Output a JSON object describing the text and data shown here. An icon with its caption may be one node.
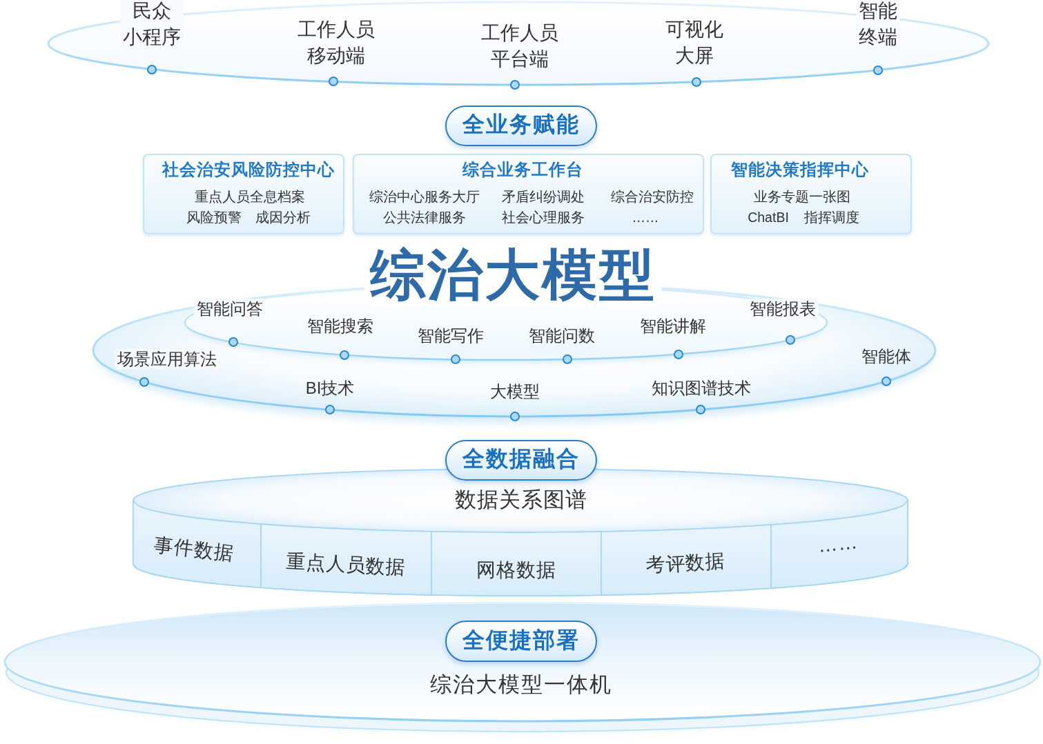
{
  "diagram": {
    "nodes": [
      {
        "text": [
          "民众小程序",
          "工作人员移动端",
          "工作人员平台端",
          "可视化大屏",
          "智能终端"
        ]
      },
      {
        "text": [
          "全业务赋能"
        ]
      },
      {
        "text": [
          "社会治安风险防控中心",
          "重点人员全息档案",
          "风险预警",
          "成因分析"
        ]
      },
      {
        "text": [
          "综合业务工作台",
          "综治中心服务大厅",
          "矛盾纠纷调处",
          "综合治安防控",
          "公共法律服务",
          "社会心理服务",
          "……"
        ]
      },
      {
        "text": [
          "智能决策指挥中心",
          "业务专题一张图",
          "ChatBI",
          "指挥调度"
        ]
      },
      {
        "text": [
          "综治大模型",
          "场景应用算法",
          "BI技术",
          "大模型",
          "知识图谱技术",
          "智能体"
        ]
      },
      {
        "text": [
          "智能问答",
          "智能搜索",
          "智能写作",
          "智能问数",
          "智能讲解",
          "智能报表"
        ],
        "in": 5
      },
      {
        "text": [
          "全数据融合"
        ]
      },
      {
        "text": [
          "数据关系图谱"
        ]
      },
      {
        "text": [
          "事件数据"
        ],
        "in": 8
      },
      {
        "text": [
          "重点人员数据"
        ],
        "in": 8
      },
      {
        "text": [
          "网格数据"
        ],
        "in": 8
      },
      {
        "text": [
          "考评数据"
        ],
        "in": 8
      },
      {
        "text": [
          "……"
        ],
        "in": 8
      },
      {
        "text": [
          "综治大模型一体机"
        ]
      },
      {
        "text": [
          "全便捷部署"
        ],
        "in": 14
      }
    ]
  }
}
